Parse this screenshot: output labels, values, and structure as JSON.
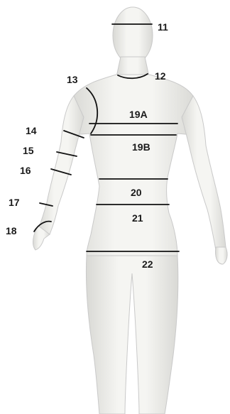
{
  "measurements": [
    {
      "id": "11",
      "label": "11"
    },
    {
      "id": "12",
      "label": "12"
    },
    {
      "id": "13",
      "label": "13"
    },
    {
      "id": "14",
      "label": "14"
    },
    {
      "id": "15",
      "label": "15"
    },
    {
      "id": "16",
      "label": "16"
    },
    {
      "id": "17",
      "label": "17"
    },
    {
      "id": "18",
      "label": "18"
    },
    {
      "id": "19A",
      "label": "19A"
    },
    {
      "id": "19B",
      "label": "19B"
    },
    {
      "id": "20",
      "label": "20"
    },
    {
      "id": "21",
      "label": "21"
    },
    {
      "id": "22",
      "label": "22"
    }
  ],
  "colors": {
    "skin_light": "#f4f4f1",
    "skin_shadow": "#d6d6d2",
    "line": "#111111",
    "label": "#1a1a1a"
  }
}
